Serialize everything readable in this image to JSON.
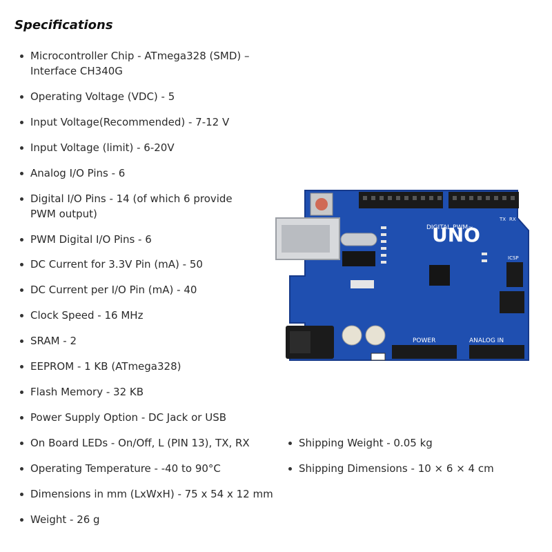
{
  "title": "Specifications",
  "specs": [
    {
      "line1": "Microcontroller Chip  - ATmega328 (SMD) –",
      "line2": "Interface CH340G"
    },
    {
      "line1": "Operating Voltage (VDC) - 5"
    },
    {
      "line1": "Input Voltage(Recommended) - 7-12 V"
    },
    {
      "line1": "Input Voltage (limit) - 6-20V"
    },
    {
      "line1": "Analog I/O Pins - 6"
    },
    {
      "line1": "Digital I/O Pins - 14 (of which 6 provide",
      "line2": "PWM output)"
    },
    {
      "line1": "PWM Digital I/O Pins - 6"
    },
    {
      "line1": "DC Current for 3.3V Pin (mA) - 50"
    },
    {
      "line1": "DC Current per I/O Pin (mA) - 40"
    },
    {
      "line1": "Clock Speed - 16 MHz"
    },
    {
      "line1": "SRAM - 2"
    },
    {
      "line1": "EEPROM - 1 KB (ATmega328)"
    },
    {
      "line1": "Flash Memory - 32 KB"
    },
    {
      "line1": "Power Supply Option - DC Jack or USB"
    },
    {
      "line1": "On Board LEDs - On/Off, L (PIN 13), TX, RX"
    },
    {
      "line1": "Operating Temperature - -40 to 90°C"
    },
    {
      "line1": "Dimensions in mm (LxWxH) - 75 x 54 x 12 mm"
    },
    {
      "line1": "Weight - 26 g"
    }
  ],
  "shipping": [
    {
      "line1": "Shipping Weight - 0.05 kg"
    },
    {
      "line1": "Shipping Dimensions - 10 × 6 × 4 cm"
    }
  ],
  "board": {
    "logo": "UNO",
    "digital_label": "DIGITAL PWM~",
    "power_label": "POWER",
    "analog_label": "ANALOG IN",
    "icsp_label": "ICSP",
    "tx_label": "TX",
    "rx_label": "RX",
    "pcb_color": "#1f4fb0",
    "header_color": "#1a1a1a"
  }
}
